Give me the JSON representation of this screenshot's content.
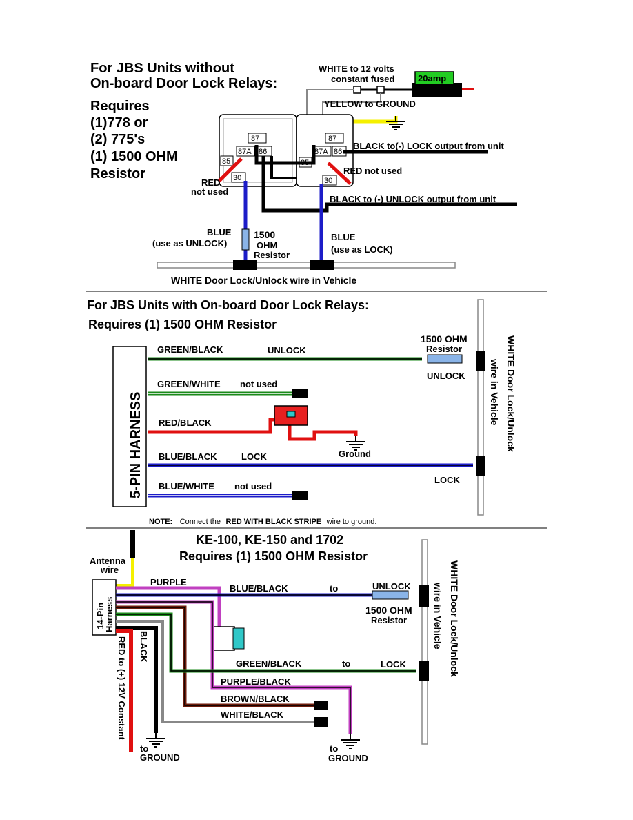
{
  "sections": {
    "s1": {
      "title_line1": "For JBS Units without",
      "title_line2": "On-board Door Lock Relays:",
      "req_1": "Requires",
      "req_2": "(1)778 or",
      "req_3": "(2) 775's",
      "req_4": "(1) 1500 OHM",
      "req_5": "Resistor",
      "white_12v_1": "WHITE to 12 volts",
      "white_12v_2": "constant fused",
      "fuse": "20amp",
      "yellow_ground": "YELLOW to GROUND",
      "black_lock": "BLACK to(-) LOCK output from unit",
      "red_not_used_right": "RED not used",
      "red_left_1": "RED",
      "red_left_2": "not used",
      "black_unlock": "BLACK to (-) UNLOCK output from unit",
      "blue_left_1": "BLUE",
      "blue_left_2": "(use as UNLOCK)",
      "resistor_1": "1500",
      "resistor_2": "OHM",
      "resistor_3": "Resistor",
      "blue_right_1": "BLUE",
      "blue_right_2": "(use as LOCK)",
      "vehicle_wire": "WHITE Door Lock/Unlock wire in Vehicle",
      "relay_pins": {
        "p87": "87",
        "p87a": "87A",
        "p86": "86",
        "p85": "85",
        "p30": "30"
      }
    },
    "s2": {
      "title_line1": "For JBS Units with On-board Door Lock Relays:",
      "title_line2": "Requires (1) 1500 OHM Resistor",
      "harness": "5-PIN HARNESS",
      "wire1": "GREEN/BLACK",
      "wire1_fn": "UNLOCK",
      "wire2": "GREEN/WHITE",
      "wire2_fn": "not used",
      "wire3": "RED/BLACK",
      "ground": "Ground",
      "wire4": "BLUE/BLACK",
      "wire4_fn": "LOCK",
      "wire5": "BLUE/WHITE",
      "wire5_fn": "not used",
      "resistor_1": "1500 OHM",
      "resistor_2": "Resistor",
      "unlock": "UNLOCK",
      "lock": "LOCK",
      "vehicle_1": "WHITE Door Lock/Unlock",
      "vehicle_2": "wire in Vehicle",
      "note_prefix": "NOTE:",
      "note_a": "Connect the",
      "note_b": "RED WITH BLACK STRIPE",
      "note_c": "wire to ground."
    },
    "s3": {
      "title_line1": "KE-100, KE-150 and 1702",
      "title_line2": "Requires (1) 1500 OHM Resistor",
      "antenna_1": "Antenna",
      "antenna_2": "wire",
      "harness_1": "14-Pin",
      "harness_2": "Harness",
      "purple": "PURPLE",
      "blue_black": "BLUE/BLACK",
      "to1": "to",
      "unlock": "UNLOCK",
      "resistor_1": "1500 OHM",
      "resistor_2": "Resistor",
      "green_black": "GREEN/BLACK",
      "to2": "to",
      "lock": "LOCK",
      "purple_black": "PURPLE/BLACK",
      "brown_black": "BROWN/BLACK",
      "white_black": "WHITE/BLACK",
      "black": "BLACK",
      "red_constant": "RED to (+) 12V Constant",
      "to_ground_a1": "to",
      "to_ground_a2": "GROUND",
      "to_ground_b1": "to",
      "to_ground_b2": "GROUND",
      "vehicle_1": "WHITE Door Lock/Unlock",
      "vehicle_2": "wire in Vehicle"
    }
  },
  "colors": {
    "blue": "#1c1cc8",
    "green": "#1a8a1a",
    "red": "#e01010",
    "yellow": "#f5f000",
    "purple": "#c040c0",
    "brown": "#6b1a0a",
    "fuse_green": "#22cc22",
    "relay_red": "#e82020",
    "connector_cyan": "#30c8c8"
  }
}
